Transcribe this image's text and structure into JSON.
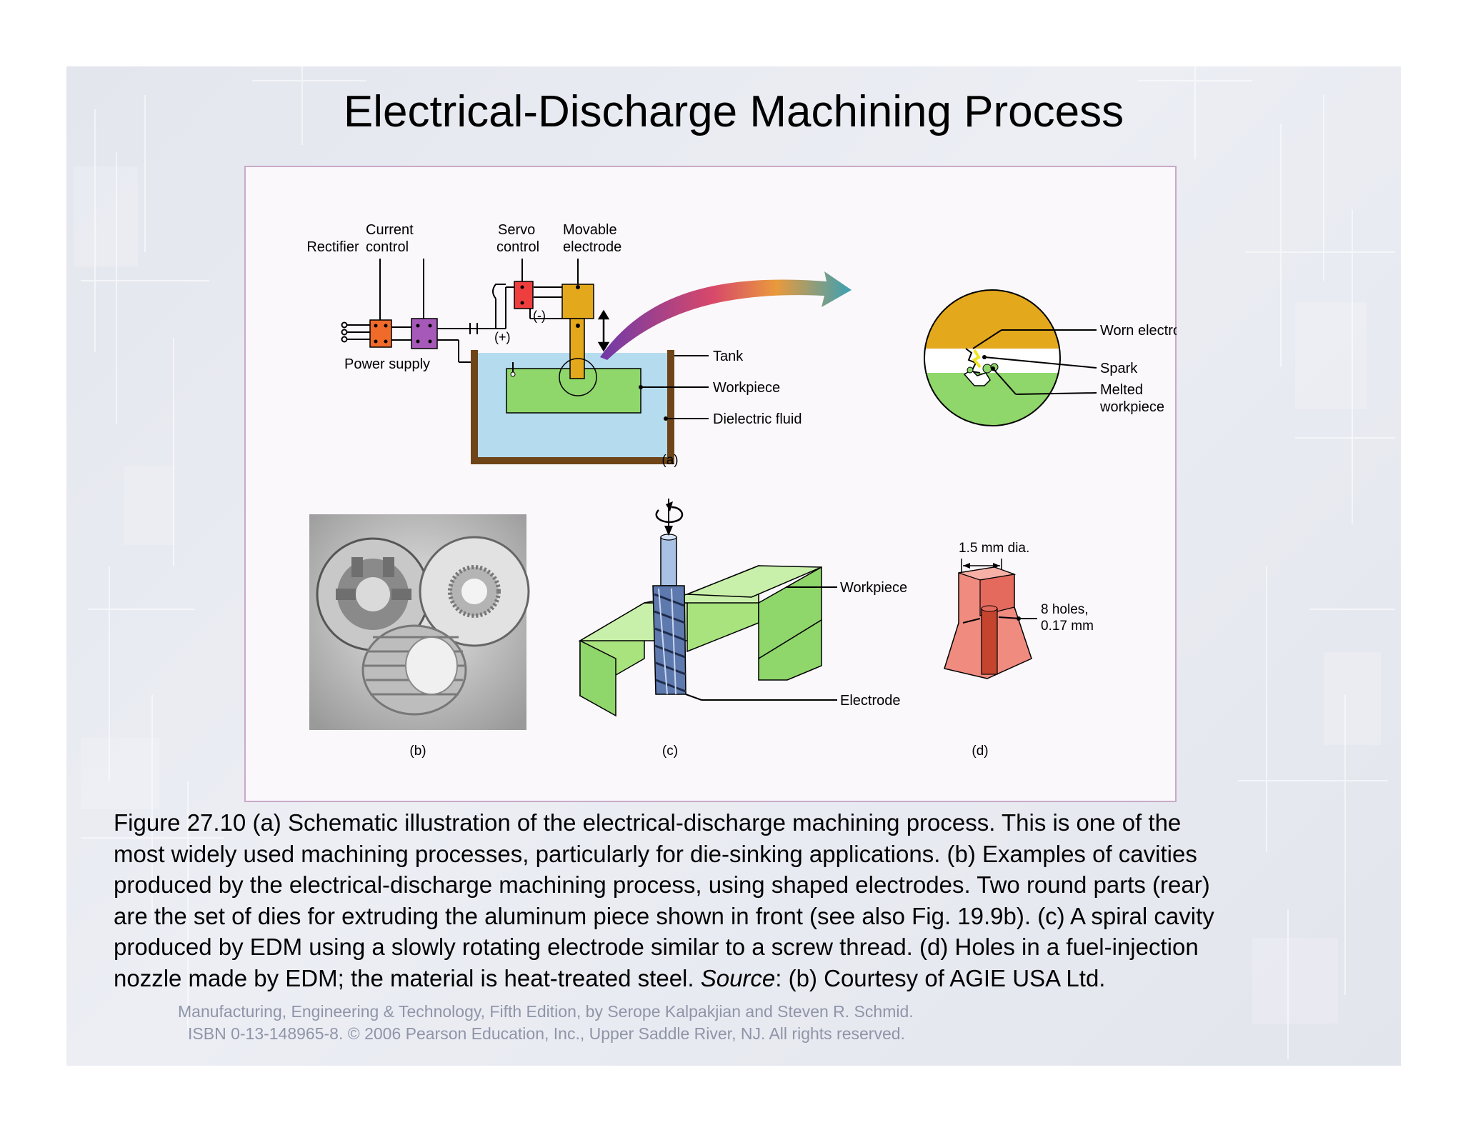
{
  "slide": {
    "title": "Electrical-Discharge Machining Process"
  },
  "figure": {
    "labels_a": {
      "rectifier": "Rectifier",
      "current_control_1": "Current",
      "current_control_2": "control",
      "servo_control_1": "Servo",
      "servo_control_2": "control",
      "movable_electrode_1": "Movable",
      "movable_electrode_2": "electrode",
      "power_supply": "Power supply",
      "plus": "(+)",
      "minus": "(-)",
      "tank": "Tank",
      "workpiece": "Workpiece",
      "dielectric_fluid": "Dielectric fluid",
      "worn_electrode": "Worn electrode",
      "spark": "Spark",
      "melted_workpiece_1": "Melted",
      "melted_workpiece_2": "workpiece",
      "panel_label": "(a)"
    },
    "labels_b": {
      "panel_label": "(b)"
    },
    "labels_c": {
      "workpiece": "Workpiece",
      "electrode": "Electrode",
      "panel_label": "(c)"
    },
    "labels_d": {
      "diameter": "1.5 mm dia.",
      "holes_1": "8 holes,",
      "holes_2": "0.17 mm",
      "panel_label": "(d)"
    },
    "colors": {
      "electrode_gold": "#e3a81c",
      "workpiece_green": "#8fd66b",
      "dielectric_blue": "#b5dcee",
      "tank_brown": "#6e4418",
      "rectifier_orange": "#f06a2a",
      "current_control_purple": "#a659b8",
      "servo_red": "#ee3e3e",
      "nozzle_salmon": "#f08b80"
    }
  },
  "caption": {
    "line1": "Figure 27.10  (a)  Schematic illustration of the electrical-discharge machining process.  This is one of the",
    "line2": "most widely used machining processes, particularly for die-sinking applications.  (b)  Examples of cavities",
    "line3": "produced by the electrical-discharge machining process, using shaped electrodes.  Two round parts (rear)",
    "line4": "are the set of dies for extruding the aluminum piece shown in front (see also Fig. 19.9b).  (c)  A spiral cavity",
    "line5": "produced by EDM using a slowly rotating electrode similar to a screw thread.  (d)  Holes in a fuel-injection",
    "line6_pre": "nozzle made by EDM; the material is heat-treated steel.  ",
    "line6_source": "Source",
    "line6_post": ":  (b)  Courtesy of AGIE USA Ltd."
  },
  "footer": {
    "line1": "Manufacturing, Engineering & Technology, Fifth Edition, by Serope Kalpakjian and Steven R. Schmid.",
    "line2": "ISBN 0-13-148965-8. © 2006 Pearson Education, Inc., Upper Saddle River, NJ.  All rights reserved."
  }
}
